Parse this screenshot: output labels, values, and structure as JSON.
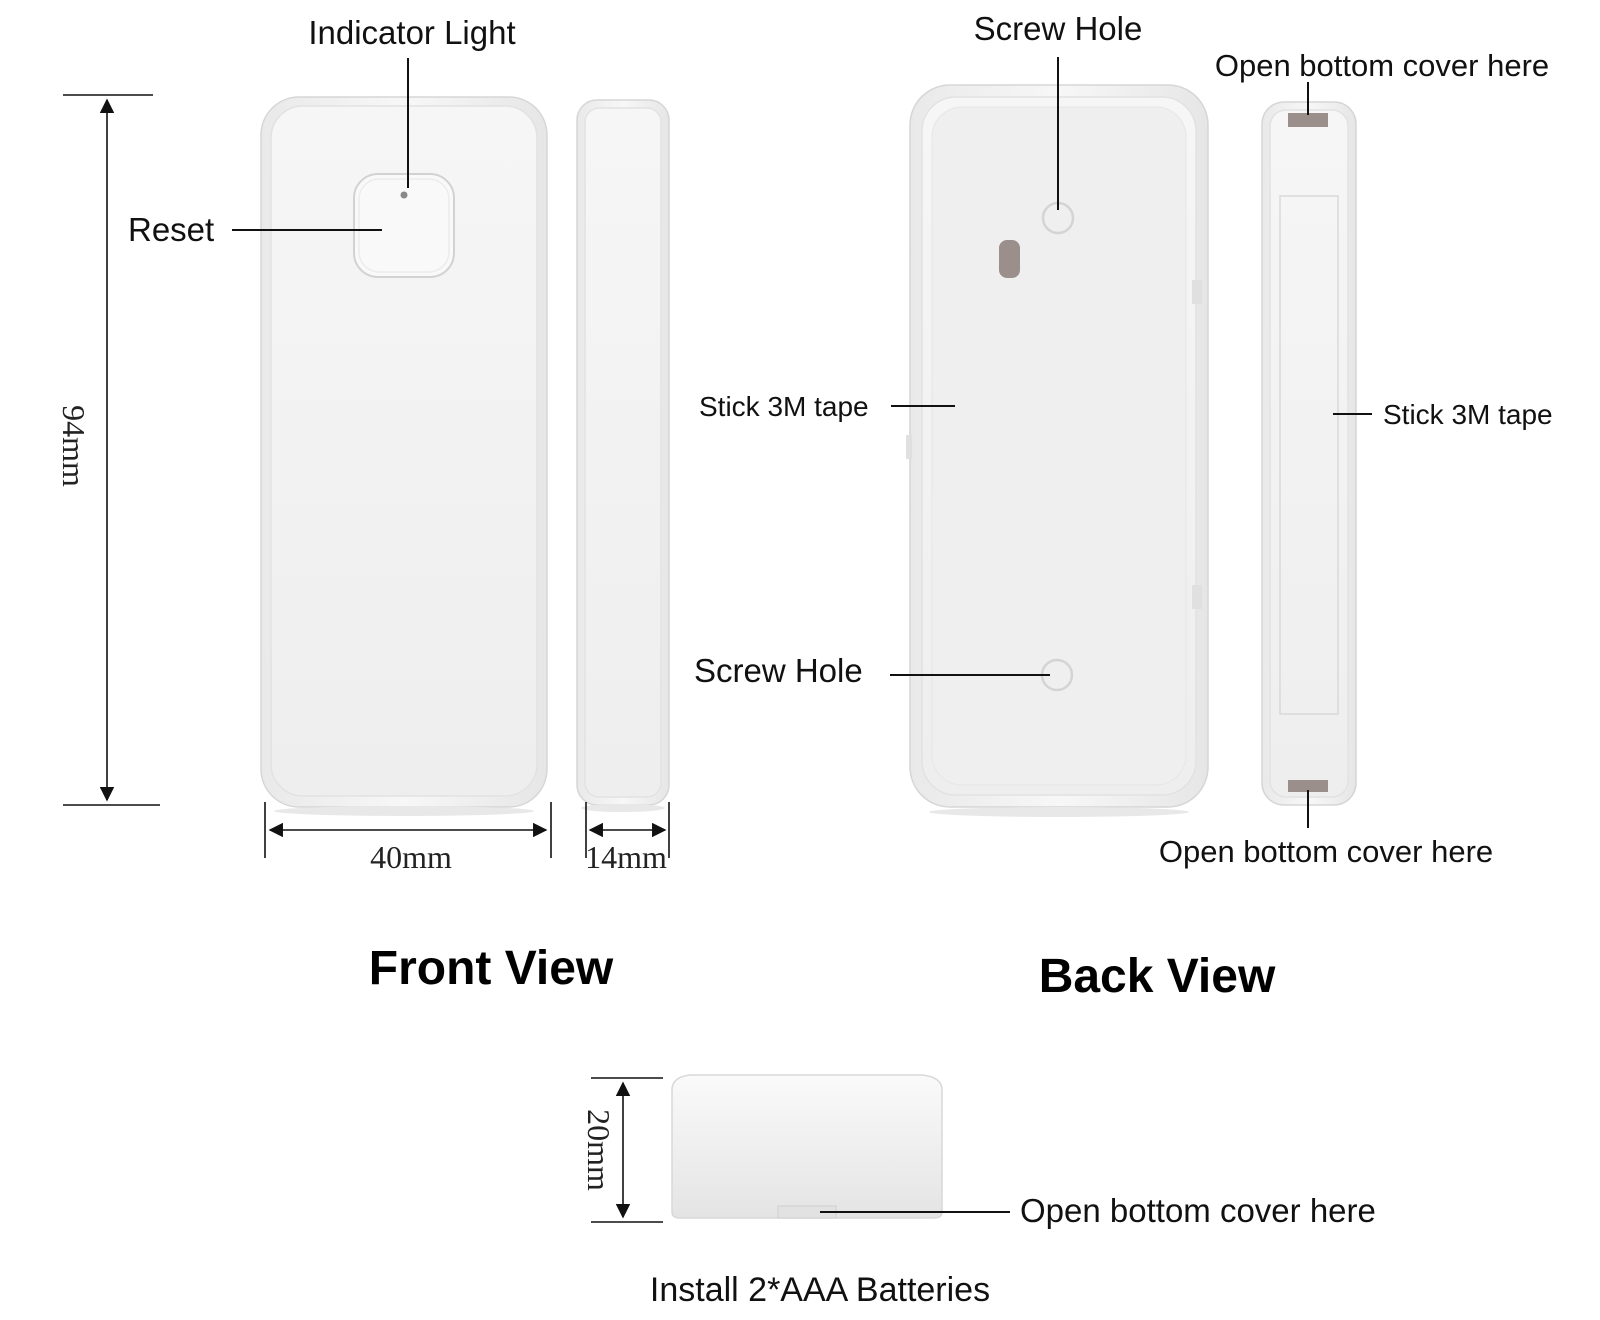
{
  "labels": {
    "indicator_light": "Indicator Light",
    "reset": "Reset",
    "screw_hole_top": "Screw Hole",
    "screw_hole_bottom": "Screw Hole",
    "open_cover_top": "Open bottom cover here",
    "open_cover_side": "Open bottom cover here",
    "open_cover_battery": "Open bottom cover here",
    "stick_tape_back": "Stick 3M tape",
    "stick_tape_side": "Stick 3M tape"
  },
  "dimensions": {
    "height": "94mm",
    "width": "40mm",
    "depth": "14mm",
    "thickness": "20mm"
  },
  "headings": {
    "front_view": "Front View",
    "back_view": "Back View",
    "batteries": "Install 2*AAA Batteries"
  },
  "colors": {
    "device_body": "#f2f2f2",
    "outline": "#d6d6d6",
    "text": "#111111",
    "tab": "#9a8f8a"
  }
}
